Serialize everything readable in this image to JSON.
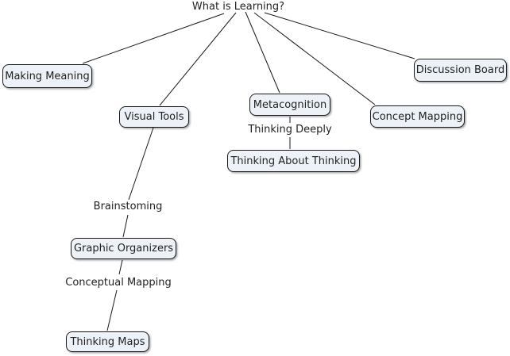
{
  "diagram": {
    "title_node": {
      "label": "What is Learning?"
    },
    "nodes": [
      {
        "id": "making-meaning",
        "label": "Making Meaning"
      },
      {
        "id": "visual-tools",
        "label": "Visual Tools"
      },
      {
        "id": "metacognition",
        "label": "Metacognition"
      },
      {
        "id": "concept-mapping",
        "label": "Concept Mapping"
      },
      {
        "id": "discussion-board",
        "label": "Discussion Board"
      },
      {
        "id": "thinking-about-thinking",
        "label": "Thinking About Thinking"
      },
      {
        "id": "graphic-organizers",
        "label": "Graphic Organizers"
      },
      {
        "id": "thinking-maps",
        "label": "Thinking Maps"
      }
    ],
    "edge_labels": [
      {
        "id": "thinking-deeply",
        "label": "Thinking Deeply"
      },
      {
        "id": "brainstoming",
        "label": "Brainstoming"
      },
      {
        "id": "conceptual-mapping",
        "label": "Conceptual Mapping"
      }
    ],
    "edges": [
      {
        "from": "what-is-learning",
        "to": "making-meaning"
      },
      {
        "from": "what-is-learning",
        "to": "visual-tools"
      },
      {
        "from": "what-is-learning",
        "to": "metacognition"
      },
      {
        "from": "what-is-learning",
        "to": "concept-mapping"
      },
      {
        "from": "what-is-learning",
        "to": "discussion-board"
      },
      {
        "from": "metacognition",
        "to": "thinking-about-thinking",
        "label": "Thinking Deeply"
      },
      {
        "from": "visual-tools",
        "to": "graphic-organizers",
        "label": "Brainstoming"
      },
      {
        "from": "graphic-organizers",
        "to": "thinking-maps",
        "label": "Conceptual Mapping"
      }
    ],
    "colors": {
      "background": "#ffffff",
      "node_fill": "#ecf2f7",
      "node_border": "#1a1a1a",
      "line": "#1a1a1a",
      "text": "#1f1f1f"
    }
  }
}
